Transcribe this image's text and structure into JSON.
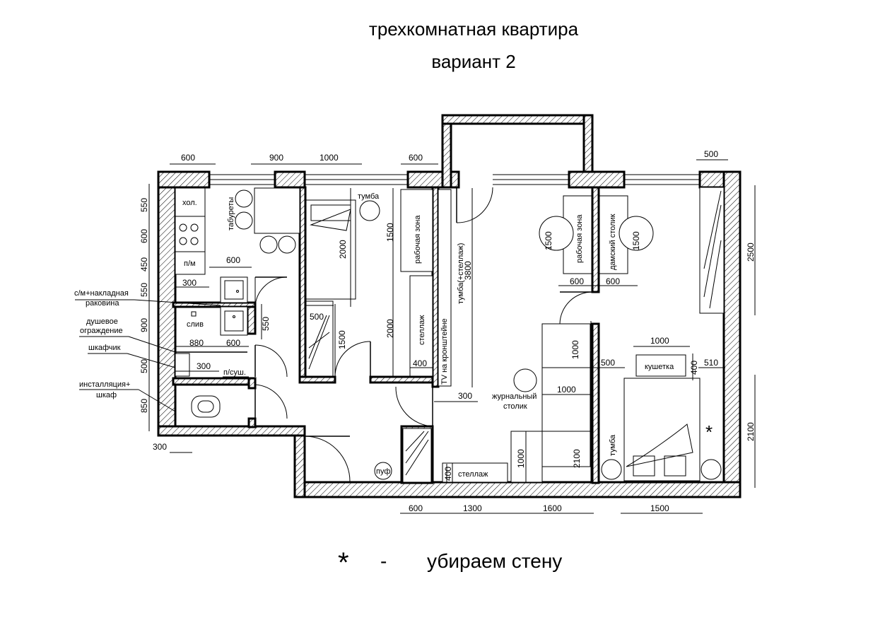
{
  "title": {
    "line1": "трехкомнатная квартира",
    "line2": "вариант 2"
  },
  "legend": {
    "symbol": "*",
    "dash": "-",
    "text": "убираем стену"
  },
  "labels": {
    "hol": "хол.",
    "taburety": "табуреты",
    "pm": "п/м",
    "sm_sink_1": "с/м+накладная",
    "sm_sink_2": "раковина",
    "sliv": "слив",
    "shower_1": "душевое",
    "shower_2": "ограждение",
    "shkafchik": "шкафчик",
    "install_1": "инсталляция+",
    "install_2": "шкаф",
    "psush": "п/суш.",
    "tumba_top": "тумба",
    "work_zone_1": "рабочая зона",
    "stellazh_v": "стеллаж",
    "tumba_stellazh": "тумба(+стеллаж)",
    "tv": "TV на кронштейне",
    "work_zone_2": "рабочая зона",
    "damsky": "дамский столик",
    "zhurnal_1": "журнальный",
    "zhurnal_2": "столик",
    "kushetka": "кушетка",
    "tumba_right": "тумба",
    "puf": "пуф",
    "stellazh_h": "стеллаж",
    "star_mark": "*"
  },
  "dims": {
    "d600_a": "600",
    "d900_a": "900",
    "d1000_a": "1000",
    "d600_b": "600",
    "d500_a": "500",
    "d550_a": "550",
    "d600_c": "600",
    "d450": "450",
    "d550_b": "550",
    "d900_b": "900",
    "d500_b": "500",
    "d850": "850",
    "d600_d": "600",
    "d300_a": "300",
    "d550_c": "550",
    "d880": "880",
    "d600_e": "600",
    "d300_b": "300",
    "d300_c": "300",
    "d2000_a": "2000",
    "d500_c": "500",
    "d1500_a": "1500",
    "d1500_b": "1500",
    "d2000_b": "2000",
    "d400_a": "400",
    "d3800": "3800",
    "d300_d": "300",
    "d1500_c": "1500",
    "d1500_d": "1500",
    "d600_f": "600",
    "d600_g": "600",
    "d2500": "2500",
    "d1000_b": "1000",
    "d1000_c": "1000",
    "d1000_d": "1000",
    "d2100_a": "2100",
    "d1000_e": "1000",
    "d500_d": "500",
    "d400_b": "400",
    "d510": "510",
    "d2100_b": "2100",
    "d400_c": "400",
    "d600_h": "600",
    "d1300": "1300",
    "d1600": "1600",
    "d1500_e": "1500"
  }
}
